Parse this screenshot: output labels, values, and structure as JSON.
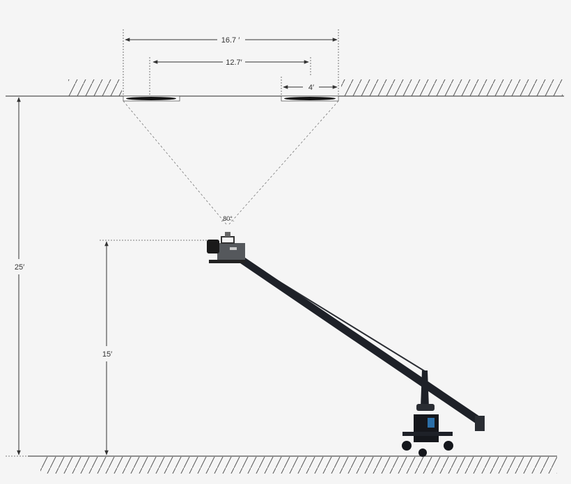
{
  "dimensions": {
    "overall_span": "16.7 ′",
    "light_center_span": "12.7′",
    "light_width": "4′",
    "ceiling_height": "25′",
    "camera_height": "15′",
    "beam_angle": "80°"
  },
  "colors": {
    "background": "#f5f5f5",
    "lines": "#444444",
    "crane": "#1e2128"
  }
}
